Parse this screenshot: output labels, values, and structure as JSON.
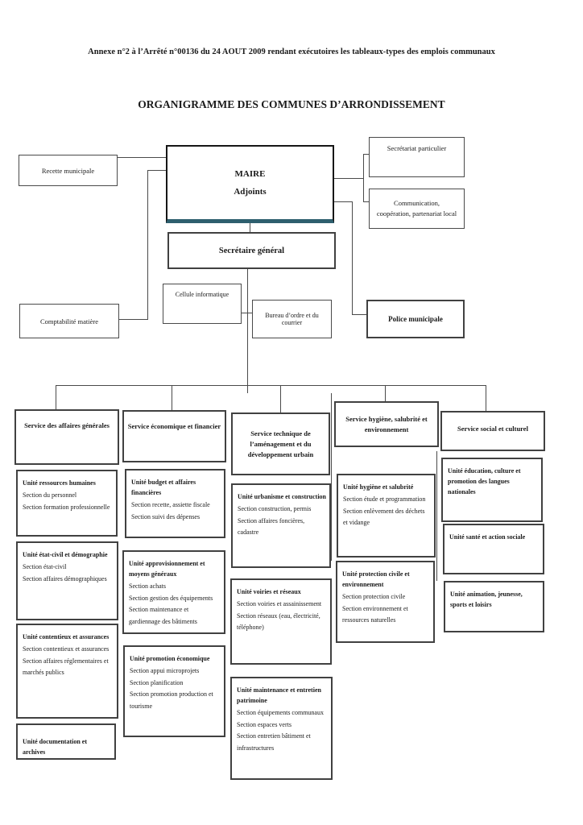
{
  "titles": {
    "annexe": "Annexe n°2 à l’Arrêté n°00136 du 24 AOUT 2009 rendant exécutoires les tableaux-types des emplois communaux",
    "main": "ORGANIGRAMME DES COMMUNES D’ARRONDISSEMENT"
  },
  "nodes": {
    "recette": "Recette municipale",
    "maire_line1": "MAIRE",
    "maire_line2": "Adjoints",
    "secretariat_particulier": "Secrétariat particulier",
    "communication": "Communication, coopération, partenariat local",
    "secretaire_general": "Secrétaire général",
    "cellule_informatique": "Cellule informatique",
    "bureau_ordre": "Bureau d’ordre et du courrier",
    "comptabilite": "Comptabilité matière",
    "police": "Police municipale"
  },
  "services": {
    "affaires_generales": "Service des affaires générales",
    "economique": "Service économique et financier",
    "technique": "Service technique de l’aménagement et du développement urbain",
    "hygiene": "Service hygiène, salubrité et environnement",
    "social": "Service social et culturel"
  },
  "units": {
    "ressources_humaines": {
      "title": "Unité ressources humaines",
      "sections": [
        "Section du personnel",
        "Section formation professionnelle"
      ]
    },
    "etat_civil": {
      "title": "Unité état-civil et démographie",
      "sections": [
        "Section état-civil",
        "Section affaires démographiques"
      ]
    },
    "contentieux": {
      "title": "Unité contentieux et assurances",
      "sections": [
        "Section contentieux et assurances",
        "Section affaires réglementaires et marchés publics"
      ]
    },
    "documentation": {
      "title": "Unité documentation et archives"
    },
    "budget": {
      "title": "Unité budget et affaires financières",
      "sections": [
        "Section recette, assiette fiscale",
        "Section suivi des dépenses"
      ]
    },
    "approvisionnement": {
      "title": "Unité approvisionnement et moyens généraux",
      "sections": [
        "Section achats",
        "Section gestion des équipements",
        "Section maintenance et gardiennage des bâtiments"
      ]
    },
    "promotion": {
      "title": "Unité promotion économique",
      "sections": [
        "Section appui microprojets",
        "Section planification",
        "Section promotion production et tourisme"
      ]
    },
    "urbanisme": {
      "title": "Unité urbanisme et construction",
      "sections": [
        "Section construction, permis",
        "Section affaires foncières, cadastre"
      ]
    },
    "voiries": {
      "title": "Unité voiries et réseaux",
      "sections": [
        "Section voiries et assainissement",
        "Section réseaux (eau, électricité, téléphone)"
      ]
    },
    "maintenance": {
      "title": "Unité maintenance et entretien patrimoine",
      "sections": [
        "Section équipements communaux",
        "Section espaces verts",
        "Section entretien bâtiment et infrastructures"
      ]
    },
    "hygiene_salubrite": {
      "title": "Unité hygiène et salubrité",
      "sections": [
        "Section étude et programmation",
        "Section enlèvement des déchets et vidange"
      ]
    },
    "protection_civile": {
      "title": "Unité protection civile et environnement",
      "sections": [
        "Section protection civile",
        "Section environnement et ressources naturelles"
      ]
    },
    "education": {
      "title": "Unité éducation, culture et promotion des langues nationales"
    },
    "sante": {
      "title": "Unité santé et action sociale"
    },
    "animation": {
      "title": "Unité animation, jeunesse, sports et loisirs"
    }
  },
  "colors": {
    "maire_accent": "#2E5F6E"
  }
}
